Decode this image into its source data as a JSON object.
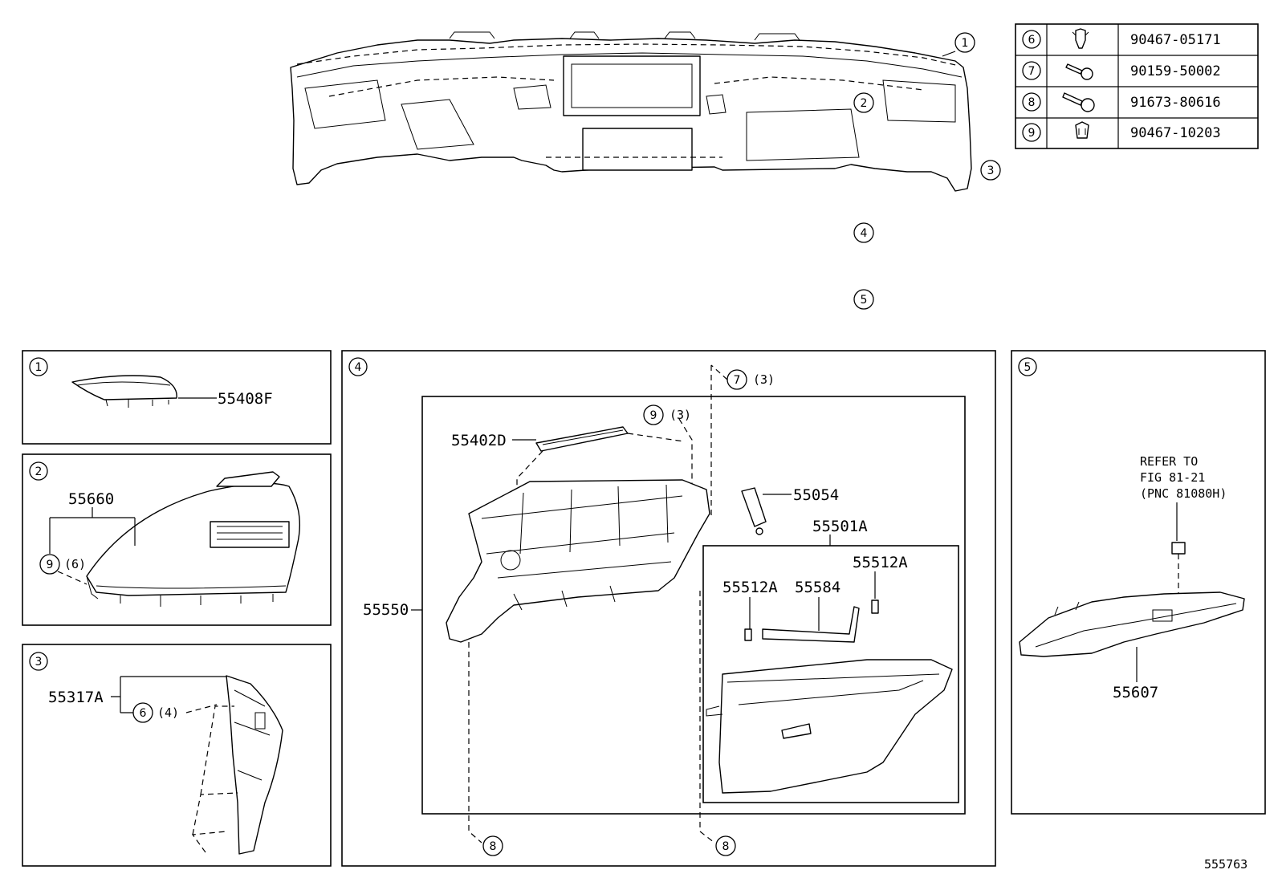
{
  "overview": {
    "callouts": [
      "1",
      "2",
      "3",
      "4",
      "5"
    ]
  },
  "fastener_table": [
    {
      "ref": "6",
      "icon": "clip-icon",
      "part": "90467-05171"
    },
    {
      "ref": "7",
      "icon": "screw-icon",
      "part": "90159-50002"
    },
    {
      "ref": "8",
      "icon": "bolt-icon",
      "part": "91673-80616"
    },
    {
      "ref": "9",
      "icon": "clip-icon",
      "part": "90467-10203"
    }
  ],
  "panel1": {
    "num": "1",
    "labels": {
      "p55408F": "55408F"
    }
  },
  "panel2": {
    "num": "2",
    "labels": {
      "p55660": "55660",
      "ref9": "9",
      "qty9": "(6)"
    }
  },
  "panel3": {
    "num": "3",
    "labels": {
      "p55317A": "55317A",
      "ref6": "6",
      "qty6": "(4)"
    }
  },
  "panel4": {
    "num": "4",
    "labels": {
      "ref7": "7",
      "qty7": "(3)",
      "ref9": "9",
      "qty9": "(3)",
      "p55402D": "55402D",
      "p55054": "55054",
      "p55501A": "55501A",
      "p55512A_left": "55512A",
      "p55584": "55584",
      "p55512A_right": "55512A",
      "p55550": "55550",
      "ref8_left": "8",
      "ref8_right": "8"
    }
  },
  "panel5": {
    "num": "5",
    "refer_lines": [
      "REFER TO",
      "FIG 81-21",
      "(PNC 81080H)"
    ],
    "labels": {
      "p55607": "55607"
    }
  },
  "figure_id": "555763"
}
